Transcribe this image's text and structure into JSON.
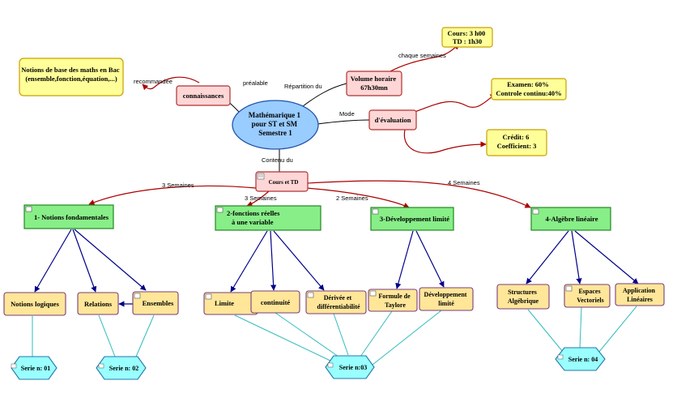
{
  "center": {
    "lines": [
      "Mathémarique 1",
      "pour ST et SM",
      "Semestre 1"
    ]
  },
  "nodes": {
    "prereq": {
      "lines": [
        "Notions de base des maths en Bac",
        "(ensemble,fonction,équation,...)"
      ]
    },
    "connaissances": {
      "lines": [
        "connaissances"
      ]
    },
    "volume": {
      "lines": [
        "Volume horaire",
        "67h30mn"
      ]
    },
    "cours_td_hours": {
      "lines": [
        "Cours: 3 h00",
        "TD : 1h30"
      ]
    },
    "evaluation": {
      "lines": [
        "d'évaluation"
      ]
    },
    "exam_weights": {
      "lines": [
        "Examen: 60%",
        "Controle continu:40%"
      ]
    },
    "credit": {
      "lines": [
        "Crédit: 6",
        "Coefficient: 3"
      ]
    },
    "cours_et_td": {
      "lines": [
        "Cours et TD"
      ]
    },
    "chap1": {
      "lines": [
        "1- Notions fondamentales"
      ]
    },
    "chap2": {
      "lines": [
        "2-fonctions réelles",
        "à une variable"
      ]
    },
    "chap3": {
      "lines": [
        "3-Développement limité"
      ]
    },
    "chap4": {
      "lines": [
        "4-Algèbre linéaire"
      ]
    },
    "notions_logiques": {
      "lines": [
        "Notions logiques"
      ]
    },
    "relations": {
      "lines": [
        "Relations"
      ]
    },
    "ensembles": {
      "lines": [
        "Ensembles"
      ]
    },
    "limite": {
      "lines": [
        "Limite"
      ]
    },
    "continuite": {
      "lines": [
        "continuité"
      ]
    },
    "derivee": {
      "lines": [
        "Dérivée et",
        "différentiabilité"
      ]
    },
    "taylor": {
      "lines": [
        "Formule de",
        "Taylore"
      ]
    },
    "dev_limite": {
      "lines": [
        "Développement",
        "limité"
      ]
    },
    "structures": {
      "lines": [
        "Structures",
        "Algébrique"
      ]
    },
    "espaces": {
      "lines": [
        "Espaces",
        "Vectoriels"
      ]
    },
    "applications": {
      "lines": [
        "Application",
        "Linéaires"
      ]
    },
    "serie1": {
      "lines": [
        "Serie n: 01"
      ]
    },
    "serie2": {
      "lines": [
        "Serie n: 02"
      ]
    },
    "serie3": {
      "lines": [
        "Serie n:03"
      ]
    },
    "serie4": {
      "lines": [
        "Serie n: 04"
      ]
    }
  },
  "edge_labels": {
    "recommandee": "recommandée",
    "prealable": "préalable",
    "repartition": "Répartition du",
    "chaque_semaines": "chaque  semaines",
    "mode": "Mode",
    "contenu": "Contenu du",
    "w1": "3 Semaines",
    "w2": "3 Semaines",
    "w3": "2 Semaines",
    "w4": "4 Semaines"
  },
  "colors": {
    "yellow_fill": "#ffff99",
    "yellow_border": "#c8a000",
    "pink_fill": "#ffd6d6",
    "pink_border": "#b03030",
    "green_fill": "#88ee88",
    "green_border": "#228822",
    "orange_fill": "#ffe699",
    "orange_border": "#7a3d7a",
    "center_fill": "#99ccff",
    "center_border": "#2255aa",
    "hex_fill": "#99ffff",
    "hex_border": "#2277aa",
    "red_line": "#aa0000",
    "blue_line": "#000088",
    "cyan_line": "#33bbbb",
    "black_line": "#000000"
  }
}
